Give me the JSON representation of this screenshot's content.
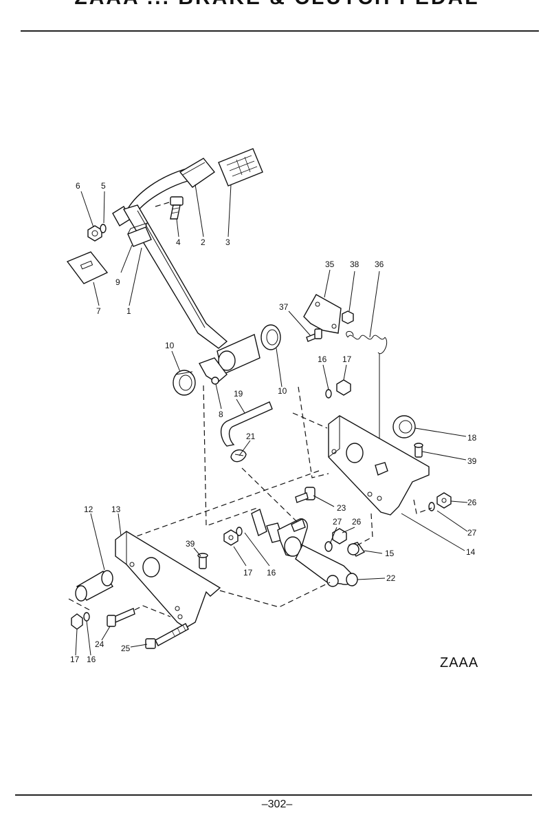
{
  "header": {
    "title": "ZAAA ... BRAKE & CLUTCH PEDAL"
  },
  "footer": {
    "page_number": "–302–"
  },
  "figure": {
    "code": "ZAAA"
  },
  "callouts": [
    {
      "id": "c6",
      "label": "6"
    },
    {
      "id": "c5",
      "label": "5"
    },
    {
      "id": "c4",
      "label": "4"
    },
    {
      "id": "c2",
      "label": "2"
    },
    {
      "id": "c3",
      "label": "3"
    },
    {
      "id": "c9",
      "label": "9"
    },
    {
      "id": "c7",
      "label": "7"
    },
    {
      "id": "c1",
      "label": "1"
    },
    {
      "id": "c35",
      "label": "35"
    },
    {
      "id": "c38",
      "label": "38"
    },
    {
      "id": "c36",
      "label": "36"
    },
    {
      "id": "c37",
      "label": "37"
    },
    {
      "id": "c10a",
      "label": "10"
    },
    {
      "id": "c10b",
      "label": "10"
    },
    {
      "id": "c16a",
      "label": "16"
    },
    {
      "id": "c17a",
      "label": "17"
    },
    {
      "id": "c8",
      "label": "8"
    },
    {
      "id": "c19",
      "label": "19"
    },
    {
      "id": "c21",
      "label": "21"
    },
    {
      "id": "c18",
      "label": "18"
    },
    {
      "id": "c39a",
      "label": "39"
    },
    {
      "id": "c23",
      "label": "23"
    },
    {
      "id": "c26a",
      "label": "26"
    },
    {
      "id": "c27a",
      "label": "27"
    },
    {
      "id": "c27b",
      "label": "27"
    },
    {
      "id": "c26b",
      "label": "26"
    },
    {
      "id": "c14",
      "label": "14"
    },
    {
      "id": "c12",
      "label": "12"
    },
    {
      "id": "c13",
      "label": "13"
    },
    {
      "id": "c39b",
      "label": "39"
    },
    {
      "id": "c17b",
      "label": "17"
    },
    {
      "id": "c16b",
      "label": "16"
    },
    {
      "id": "c15",
      "label": "15"
    },
    {
      "id": "c22",
      "label": "22"
    },
    {
      "id": "c24",
      "label": "24"
    },
    {
      "id": "c25",
      "label": "25"
    },
    {
      "id": "c17c",
      "label": "17"
    },
    {
      "id": "c16c",
      "label": "16"
    }
  ]
}
